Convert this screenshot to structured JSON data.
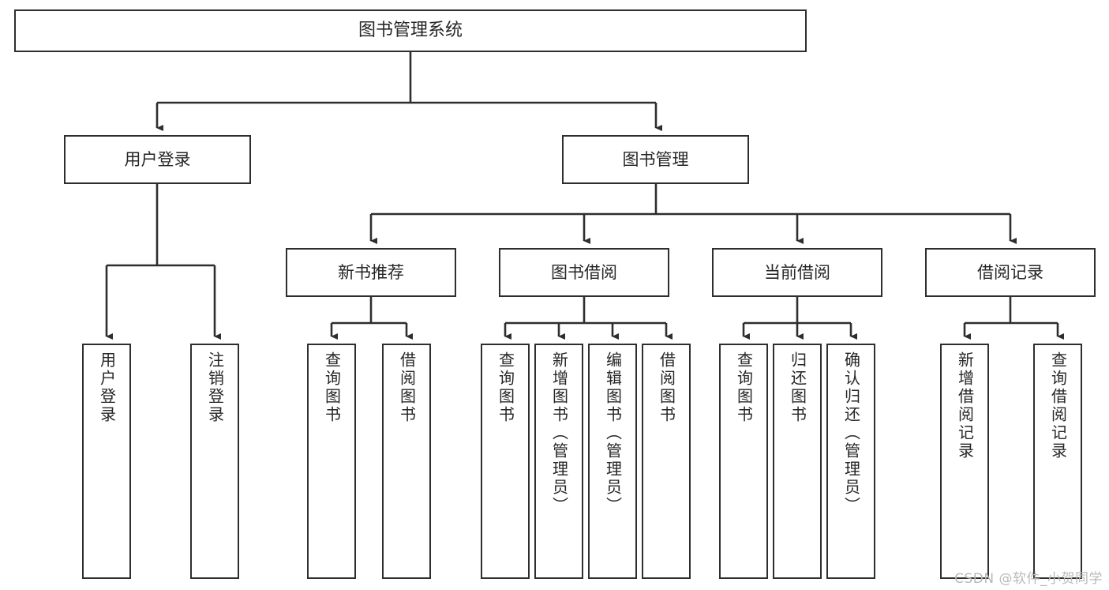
{
  "diagram": {
    "title": "图书管理系统",
    "type": "tree-structure-chart",
    "root": {
      "label": "图书管理系统"
    },
    "level1": [
      {
        "label": "用户登录"
      },
      {
        "label": "图书管理"
      }
    ],
    "level2": [
      {
        "label": "新书推荐"
      },
      {
        "label": "图书借阅"
      },
      {
        "label": "当前借阅"
      },
      {
        "label": "借阅记录"
      }
    ],
    "leaves": {
      "user_login": [
        {
          "label": "用户登录"
        },
        {
          "label": "注销登录"
        }
      ],
      "new_book_recommend": [
        {
          "label": "查询图书"
        },
        {
          "label": "借阅图书"
        }
      ],
      "book_borrow": [
        {
          "label": "查询图书"
        },
        {
          "label": "新增图书（管理员）"
        },
        {
          "label": "编辑图书（管理员）"
        },
        {
          "label": "借阅图书"
        }
      ],
      "current_borrow": [
        {
          "label": "查询图书"
        },
        {
          "label": "归还图书"
        },
        {
          "label": "确认归还（管理员）"
        }
      ],
      "borrow_record": [
        {
          "label": "新增借阅记录"
        },
        {
          "label": "查询借阅记录"
        }
      ]
    }
  },
  "watermark": {
    "text": "CSDN @软件_小贺同学"
  },
  "colors": {
    "stroke": "#2e2e2e",
    "background": "#ffffff",
    "text": "#262626",
    "watermark": "#b9b9b9"
  }
}
